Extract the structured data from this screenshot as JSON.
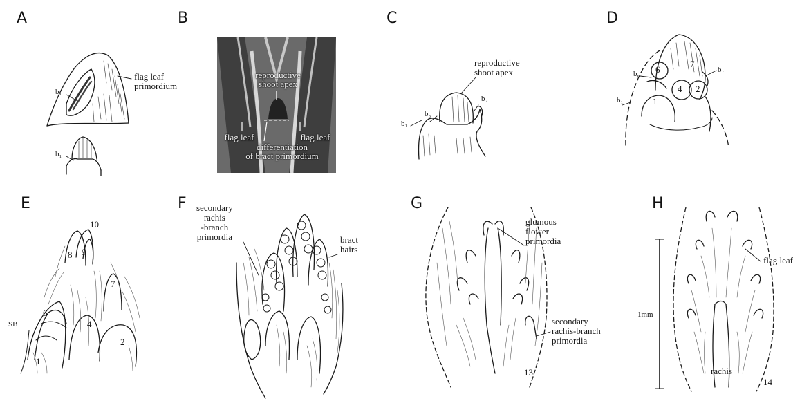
{
  "panels": [
    {
      "letter": "A",
      "labels": {
        "flag_leaf_primordium": "flag leaf\nprimordium",
        "b1_top": "b₁",
        "b1_bottom": "b₁"
      }
    },
    {
      "letter": "B",
      "labels": {
        "reproductive_shoot_apex": "reproductive\nshoot apex",
        "flag_leaf_left": "flag leaf",
        "flag_leaf_right": "flag leaf",
        "differentiation": "differentiation\nof bract primordium"
      }
    },
    {
      "letter": "C",
      "labels": {
        "reproductive_shoot_apex": "reproductive\nshoot apex",
        "b1": "b₁",
        "b3": "b₃",
        "b2": "b₂"
      }
    },
    {
      "letter": "D",
      "labels": {
        "b6": "b₆",
        "b7": "b₇",
        "b1": "b₁",
        "n1": "1",
        "n2": "2",
        "n4": "4",
        "n6": "6",
        "n7": "7"
      }
    },
    {
      "letter": "E",
      "labels": {
        "n10": "10",
        "n8": "8",
        "n9": "9",
        "n7": "7",
        "n6": "6",
        "n4": "4",
        "n2": "2",
        "n1": "1",
        "sb": "SB"
      }
    },
    {
      "letter": "F",
      "labels": {
        "secondary_rachis": "secondary\nrachis\n-branch\nprimordia",
        "bract_hairs": "bract\nhairs"
      }
    },
    {
      "letter": "G",
      "labels": {
        "glumous_flower": "glumous\nflower\nprimordia",
        "secondary_rachis": "secondary\nrachis-branch\nprimordia",
        "fig_num": "13"
      }
    },
    {
      "letter": "H",
      "labels": {
        "flag_leaf": "flag leaf",
        "scale": "1mm",
        "rachis": "rachis",
        "fig_num": "14"
      }
    }
  ]
}
